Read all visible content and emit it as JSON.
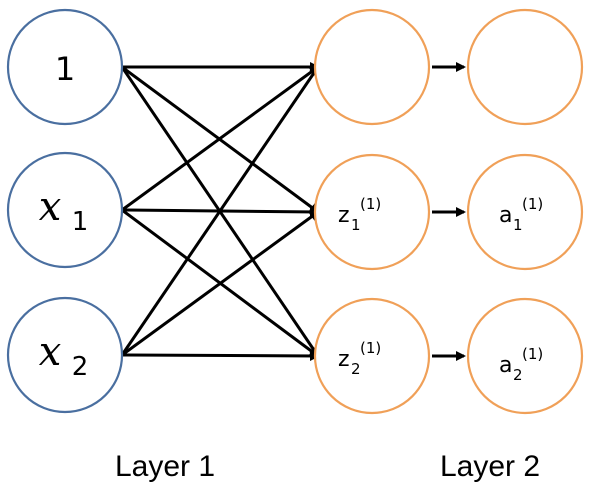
{
  "input_nodes": [
    {
      "base": "1",
      "sub": ""
    },
    {
      "base": "x",
      "sub": "1"
    },
    {
      "base": "x",
      "sub": "2"
    }
  ],
  "hidden_z_nodes": [
    {
      "base": "",
      "sub": "",
      "sup": ""
    },
    {
      "base": "z",
      "sub": "1",
      "sup": "(1)"
    },
    {
      "base": "z",
      "sub": "2",
      "sup": "(1)"
    }
  ],
  "hidden_a_nodes": [
    {
      "base": "",
      "sub": "",
      "sup": ""
    },
    {
      "base": "a",
      "sub": "1",
      "sup": "(1)"
    },
    {
      "base": "a",
      "sub": "2",
      "sup": "(1)"
    }
  ],
  "layer_labels": {
    "layer1": "Layer 1",
    "layer2": "Layer 2"
  },
  "colors": {
    "input_stroke": "#4a6fa0",
    "hidden_stroke": "#f0a058",
    "edge": "#000000"
  }
}
